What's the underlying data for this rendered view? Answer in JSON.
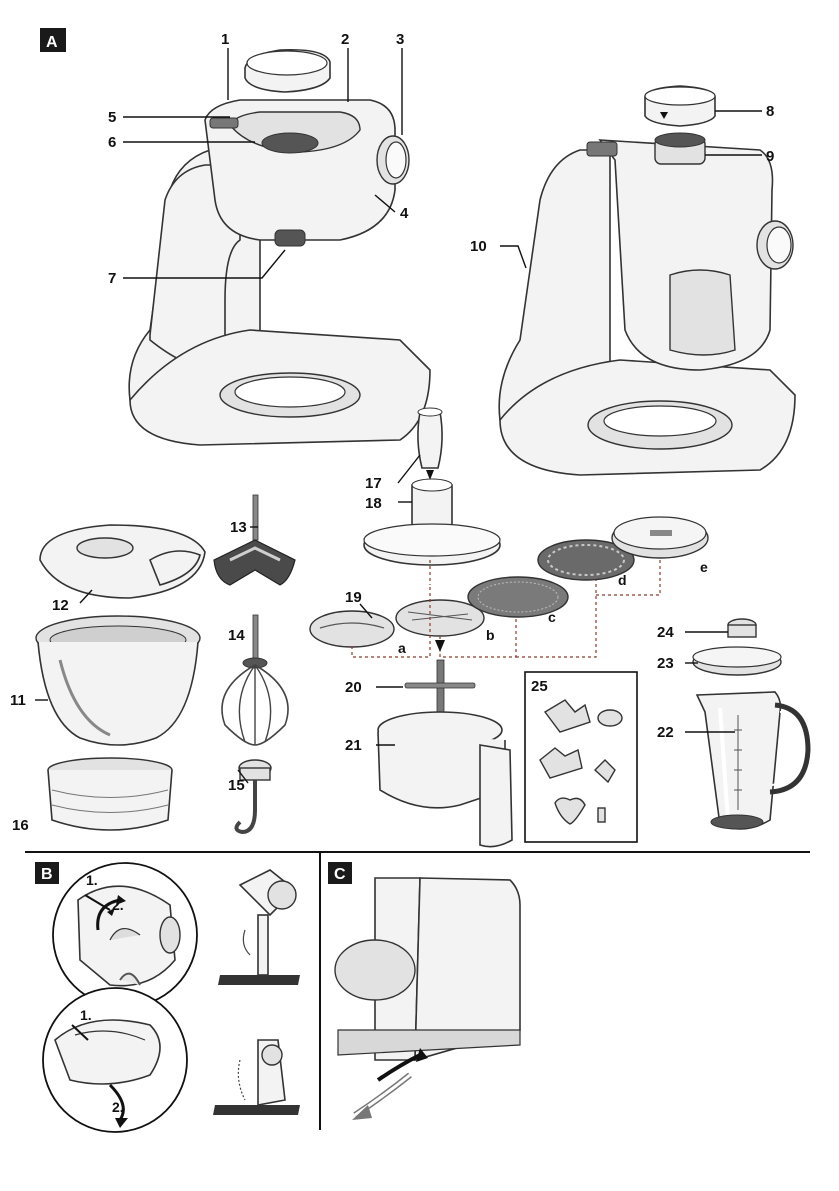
{
  "sections": {
    "A": "A",
    "B": "B",
    "C": "C"
  },
  "labels": {
    "n1": "1",
    "n2": "2",
    "n3": "3",
    "n4": "4",
    "n5": "5",
    "n6": "6",
    "n7": "7",
    "n8": "8",
    "n9": "9",
    "n10": "10",
    "n11": "11",
    "n12": "12",
    "n13": "13",
    "n14": "14",
    "n15": "15",
    "n16": "16",
    "n17": "17",
    "n18": "18",
    "n19": "19",
    "n20": "20",
    "n21": "21",
    "n22": "22",
    "n23": "23",
    "n24": "24",
    "n25": "25",
    "la": "a",
    "lb": "b",
    "lc": "c",
    "ld": "d",
    "le": "e"
  },
  "steps": {
    "b_top_1": "1.",
    "b_top_2": "2.",
    "b_bot_1": "1.",
    "b_bot_2": "2."
  },
  "colors": {
    "ink": "#111111",
    "body": "#f3f3f3",
    "accent_dash": "#8a3b2c"
  }
}
